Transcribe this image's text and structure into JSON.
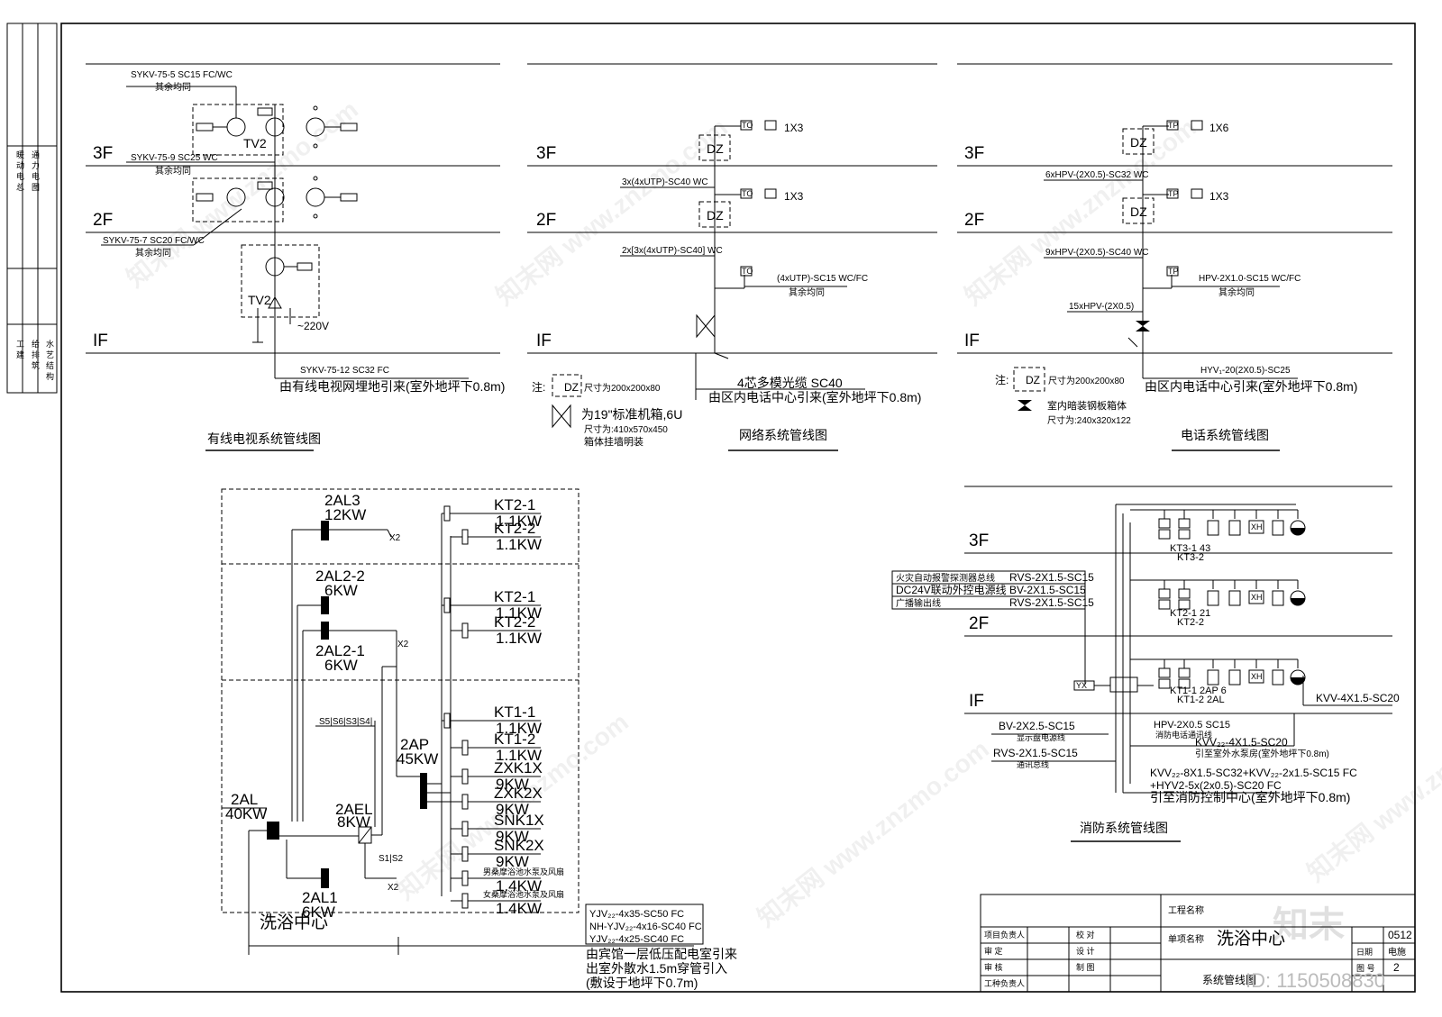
{
  "floors": {
    "f3": "3F",
    "f2": "2F",
    "f1": "IF"
  },
  "tv": {
    "title": "有线电视系统管线图",
    "cable_3f": "SYKV-75-5 SC15 FC/WC",
    "same_3f": "其余均同",
    "cable_2f": "SYKV-75-9 SC25 WC",
    "same_2f": "其余均同",
    "cable_1f": "SYKV-75-7 SC20 FC/WC",
    "same_1f": "其余均同",
    "tv2_upper": "TV2",
    "tv2_lower": "TV2",
    "voltage": "~220V",
    "main_cable": "SYKV-75-12 SC32 FC",
    "source": "由有线电视网埋地引来(室外地坪下0.8m)"
  },
  "network": {
    "title": "网络系统管线图",
    "dz": "DZ",
    "to": "TO",
    "x3": "1X3",
    "cable_3f": "3x(4xUTP)-SC40 WC",
    "cable_2f": "2x[3x(4xUTP)-SC40] WC",
    "cable_1f": "(4xUTP)-SC15 WC/FC",
    "same": "其余均同",
    "fiber": "4芯多模光缆 SC40",
    "source": "由区内电话中心引来(室外地坪下0.8m)",
    "note_label": "注:",
    "note_dz": "尺寸为200x200x80",
    "note_cab1": "为19\"标准机箱,6U",
    "note_cab2": "尺寸为:410x570x450",
    "note_cab3": "箱体挂墙明装"
  },
  "phone": {
    "title": "电话系统管线图",
    "dz": "DZ",
    "tp": "TP",
    "x6": "1X6",
    "x3": "1X3",
    "cable_3f": "6xHPV-(2X0.5)-SC32 WC",
    "cable_2f": "9xHPV-(2X0.5)-SC40 WC",
    "cable_1f": "HPV-2X1.0-SC15 WC/FC",
    "same": "其余均同",
    "cable_box": "15xHPV-(2X0.5)",
    "main_cable": "HYV₁-20(2X0.5)-SC25",
    "source": "由区内电话中心引来(室外地坪下0.8m)",
    "note_label": "注:",
    "note_dz": "尺寸为200x200x80",
    "note_box1": "室内暗装钢板箱体",
    "note_box2": "尺寸为:240x320x122"
  },
  "power": {
    "p2al3": "2AL3",
    "p2al3_kw": "12KW",
    "p2al22": "2AL2-2",
    "p2al22_kw": "6KW",
    "p2al21": "2AL2-1",
    "p2al21_kw": "6KW",
    "p2al": "2AL",
    "p2al_kw": "40KW",
    "p2ael": "2AEL",
    "p2ael_kw": "8KW",
    "p2al1": "2AL1",
    "p2al1_kw": "6KW",
    "p2ap": "2AP",
    "p2ap_kw": "45KW",
    "x2": "X2",
    "s_label": "S5|S6|S3|S4|",
    "s12": "S1|S2",
    "center": "洗浴中心",
    "loads": [
      {
        "name": "KT2-1",
        "kw": "1.1KW"
      },
      {
        "name": "KT2-2",
        "kw": "1.1KW"
      },
      {
        "name": "KT2-1",
        "kw": "1.1KW"
      },
      {
        "name": "KT2-2",
        "kw": "1.1KW"
      },
      {
        "name": "KT1-1",
        "kw": "1.1KW"
      },
      {
        "name": "KT1-2",
        "kw": "1.1KW"
      },
      {
        "name": "ZXK1X",
        "kw": "9KW"
      },
      {
        "name": "ZXK2X",
        "kw": "9KW"
      },
      {
        "name": "SNK1X",
        "kw": "9KW"
      },
      {
        "name": "SNK2X",
        "kw": "9KW"
      },
      {
        "name": "男桑摩浴池水泵及风扇",
        "kw": "1.4KW"
      },
      {
        "name": "女桑摩浴池水泵及风扇",
        "kw": "1.4KW"
      }
    ],
    "cable1": "YJV₂₂-4x35-SC50 FC",
    "cable2": "NH-YJV₂₂-4x16-SC40 FC",
    "cable3": "YJV₂₂-4x25-SC40 FC",
    "src1": "由宾馆一层低压配电室引来",
    "src2": "出室外散水1.5m穿管引入",
    "src3": "(敷设于地坪下0.7m)"
  },
  "fire": {
    "title": "消防系统管线图",
    "row1_label": "火灾自动报警探测器总线",
    "row1_cable": "RVS-2X1.5-SC15",
    "row2_label": "DC24V联动外控电源线",
    "row2_cable": "BV-2X1.5-SC15",
    "row3_label": "广播输出线",
    "row3_cable": "RVS-2X1.5-SC15",
    "kt3": "KT3-1 43",
    "kt3b": "KT3-2",
    "kt2": "KT2-1 21",
    "kt2b": "KT2-2",
    "kt1": "KT1-1 2AP 6",
    "kt1b": "KT1-2 2AL",
    "kvv_right": "KVV-4X1.5-SC20",
    "bv": "BV-2X2.5-SC15",
    "bv_note": "显示盘电源线",
    "rvs": "RVS-2X1.5-SC15",
    "rvs_note": "通讯总线",
    "hpv": "HPV-2X0.5 SC15",
    "hpv_note": "消防电话通讯线",
    "kvv2": "KVV₂₂-4X1.5-SC20",
    "kvv2_note": "引至室外水泵房(室外地坪下0.8m)",
    "kvv3": "KVV₂₂-8X1.5-SC32+KVV₂₂-2x1.5-SC15 FC",
    "kvv3b": "+HYV2-5x(2x0.5)-SC20 FC",
    "kvv3_note": "引至消防控制中心(室外地坪下0.8m)",
    "yx": "YX",
    "xh": "XH"
  },
  "titleblock": {
    "project_label": "工程名称",
    "sub_label": "单项名称",
    "sub_value": "洗浴中心",
    "drawing_name": "系统管线图",
    "no_value": "0512",
    "r1": "项目负责人",
    "r2": "审 定",
    "r3": "审 核",
    "r4": "工种负责人",
    "c1": "校 对",
    "c2": "设 计",
    "c3": "制 图",
    "date_label": "日期",
    "discipline": "电施",
    "sheet_label": "图 号",
    "sheet_value": "2"
  },
  "side_strip": [
    "通",
    "力",
    "电",
    "图",
    "暖",
    "动",
    "电",
    "总",
    "工",
    "建",
    "给",
    "排",
    "水",
    "艺",
    "筑",
    "结",
    "构"
  ],
  "watermark": "知末网 www.znzmo.com",
  "logo": "知末",
  "id_text": "ID: 1150508830"
}
